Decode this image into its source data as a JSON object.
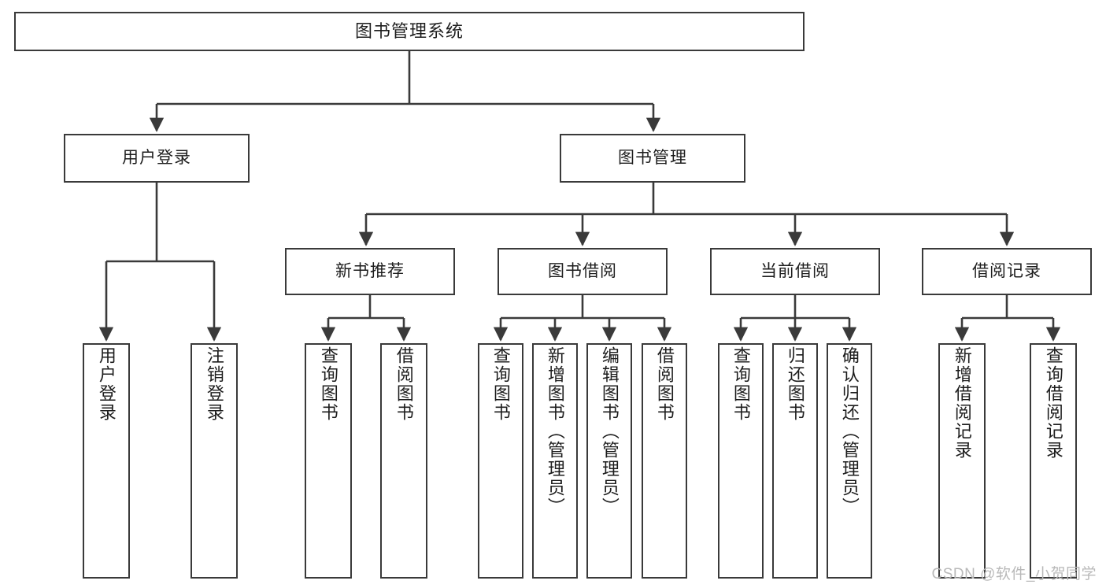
{
  "diagram": {
    "title": "图书管理系统",
    "type": "tree",
    "watermark": "CSDN @软件_小贺同学",
    "colors": {
      "stroke": "#3a3a3a",
      "fill": "#ffffff",
      "text": "#1d1d1d",
      "watermark": "#b9b9b9"
    },
    "root": {
      "label": "图书管理系统"
    },
    "level2": [
      {
        "label": "用户登录"
      },
      {
        "label": "图书管理"
      }
    ],
    "level3": [
      {
        "label": "新书推荐"
      },
      {
        "label": "图书借阅"
      },
      {
        "label": "当前借阅"
      },
      {
        "label": "借阅记录"
      }
    ],
    "leaves": {
      "user_login": [
        {
          "label": "用户登录"
        },
        {
          "label": "注销登录"
        }
      ],
      "new_book": [
        {
          "label": "查询图书"
        },
        {
          "label": "借阅图书"
        }
      ],
      "book_borrow": [
        {
          "label": "查询图书"
        },
        {
          "label": "新增图书（管理员）"
        },
        {
          "label": "编辑图书（管理员）"
        },
        {
          "label": "借阅图书"
        }
      ],
      "current_borrow": [
        {
          "label": "查询图书"
        },
        {
          "label": "归还图书"
        },
        {
          "label": "确认归还（管理员）"
        }
      ],
      "borrow_record": [
        {
          "label": "新增借阅记录"
        },
        {
          "label": "查询借阅记录"
        }
      ]
    }
  }
}
